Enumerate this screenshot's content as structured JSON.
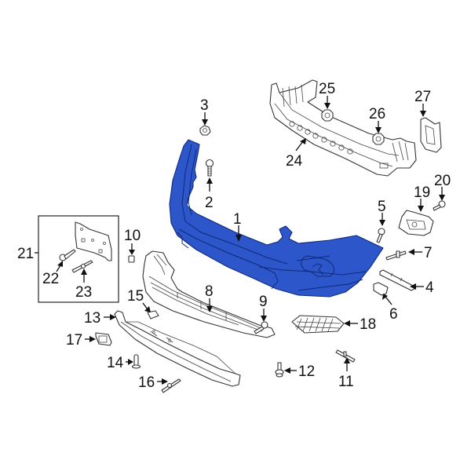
{
  "diagram": {
    "type": "exploded-parts-diagram",
    "subject": "Front bumper cover assembly",
    "highlight_color": "#2c56c9",
    "highlighted_part": "1",
    "callouts": [
      {
        "id": "1",
        "label": "1"
      },
      {
        "id": "2",
        "label": "2"
      },
      {
        "id": "3",
        "label": "3"
      },
      {
        "id": "4",
        "label": "4"
      },
      {
        "id": "5",
        "label": "5"
      },
      {
        "id": "6",
        "label": "6"
      },
      {
        "id": "7",
        "label": "7"
      },
      {
        "id": "8",
        "label": "8"
      },
      {
        "id": "9",
        "label": "9"
      },
      {
        "id": "10",
        "label": "10"
      },
      {
        "id": "11",
        "label": "11"
      },
      {
        "id": "12",
        "label": "12"
      },
      {
        "id": "13",
        "label": "13"
      },
      {
        "id": "14",
        "label": "14"
      },
      {
        "id": "15",
        "label": "15"
      },
      {
        "id": "16",
        "label": "16"
      },
      {
        "id": "17",
        "label": "17"
      },
      {
        "id": "18",
        "label": "18"
      },
      {
        "id": "19",
        "label": "19"
      },
      {
        "id": "20",
        "label": "20"
      },
      {
        "id": "21",
        "label": "21"
      },
      {
        "id": "22",
        "label": "22"
      },
      {
        "id": "23",
        "label": "23"
      },
      {
        "id": "24",
        "label": "24"
      },
      {
        "id": "25",
        "label": "25"
      },
      {
        "id": "26",
        "label": "26"
      },
      {
        "id": "27",
        "label": "27"
      }
    ]
  }
}
